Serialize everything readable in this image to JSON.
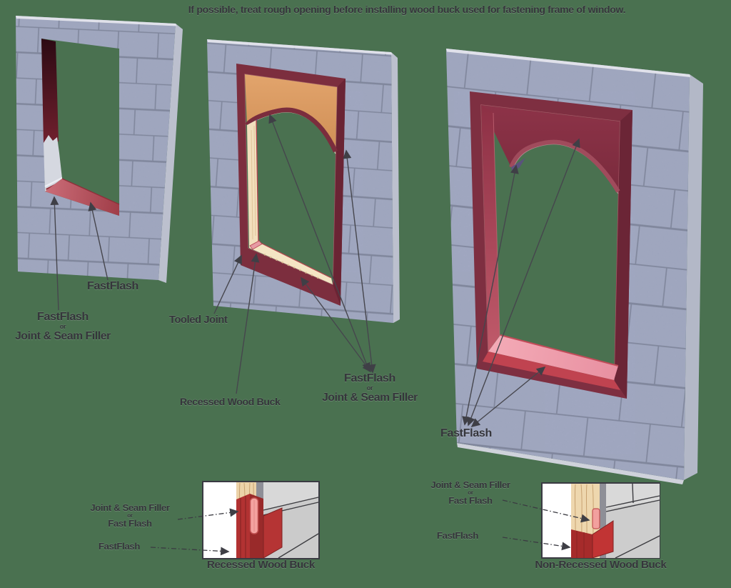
{
  "note": "If possible, treat rough opening before installing wood buck used for fastening frame of window.",
  "diagrams": {
    "left_wall": {
      "fastflash_label": "FastFlash",
      "alt_label": {
        "top": "FastFlash",
        "or": "or",
        "bottom": "Joint & Seam Filler"
      }
    },
    "middle_wall": {
      "tooled_joint_label": "Tooled Joint",
      "recessed_wood_buck_label": "Recessed Wood Buck",
      "alt_label": {
        "top": "FastFlash",
        "or": "or",
        "bottom": "Joint & Seam Filler"
      }
    },
    "right_wall": {
      "fastflash_label": "FastFlash"
    }
  },
  "insets": {
    "recessed": {
      "caption": "Recessed Wood Buck",
      "sealant_label": {
        "top": "Joint & Seam Filler",
        "or": "or",
        "bottom": "Fast Flash"
      },
      "fastflash_label": "FastFlash"
    },
    "non_recessed": {
      "caption": "Non-Recessed Wood Buck",
      "sealant_label": {
        "top": "Joint & Seam Filler",
        "or": "or",
        "bottom": "Fast Flash"
      },
      "fastflash_label": "FastFlash"
    }
  },
  "colors": {
    "background": "#4a7150",
    "block_face": "#8e97b5",
    "mortar": "#636b86",
    "block_side": "#bcc0ce",
    "flashing_maroon": "#7c2e3e",
    "flashing_red": "#b53434",
    "sill_pink": "#f2a9b5",
    "sealant_pink": "#f2a09e",
    "wood_buck": "#ecd3a9",
    "plywood": "#dd9c64",
    "annotation": "#3f3f46"
  }
}
